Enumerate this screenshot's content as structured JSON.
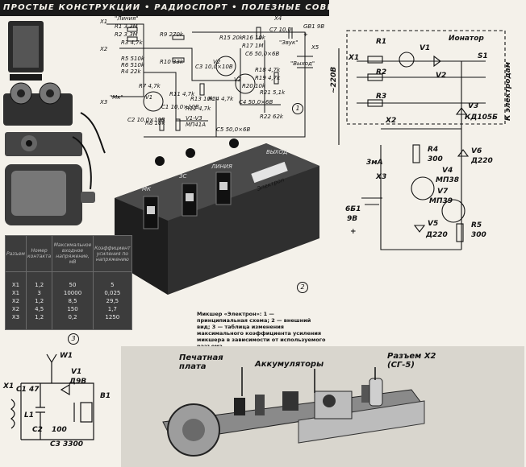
{
  "banner": "ПРОСТЫЕ КОНСТРУКЦИИ • РАДИОСПОРТ • ПОЛЕЗНЫЕ СОВЕТЫ",
  "mixer_schematic": {
    "labels": [
      "X1",
      "\"Линия\"",
      "R1 3,3M",
      "R2 3,3M",
      "R3 4,7k",
      "R4 22k",
      "R5 510k",
      "R6 510k",
      "R7 4,7k",
      "R8 10k",
      "R9 270k",
      "R10 33k",
      "R11 4,7k",
      "R12 4,7k",
      "R13 10k",
      "R14 4,7k",
      "R15 20k",
      "R16 10k",
      "R17 1M",
      "R18 4,7k",
      "R19 4,7k",
      "R20 10k",
      "R21 5,1k",
      "R22 62k",
      "C1 10,0×10B",
      "C2 10,0×10B",
      "C3 10,0×10B",
      "C4 50,0×6B",
      "C5 50,0×6B",
      "C6 50,0×6B",
      "C7 10,0",
      "X2",
      "X3",
      "X4",
      "X5",
      "\"Мк\"",
      "\"Звук\"",
      "\"Выход\"",
      "V1",
      "V2",
      "V3",
      "V1-V3",
      "МП41А",
      "GB1 9B",
      "+"
    ],
    "badge": "1"
  },
  "mixer_device": {
    "knob_labels": [
      "МК",
      "ЗС",
      "ЛИНИЯ"
    ],
    "output_label": "ВЫХОД",
    "brand": "Электрон",
    "badge": "2"
  },
  "table": {
    "badge": "3",
    "headers": [
      "Разъем",
      "Номер контакта",
      "Максимальное входное напряжение, мВ",
      "Коэффициент усиления по напряжению"
    ],
    "rows": [
      [
        "X1",
        "1,2",
        "50",
        "5"
      ],
      [
        "X1",
        "3",
        "10000",
        "0,025"
      ],
      [
        "X2",
        "1,2",
        "8,5",
        "29,5"
      ],
      [
        "X2",
        "4,5",
        "150",
        "1,7"
      ],
      [
        "X3",
        "1,2",
        "0,2",
        "1250"
      ]
    ]
  },
  "caption": "Микшер «Электрон»: 1 — принципиальная схема; 2 — внешний вид; 3 — таблица изменения максимального коэффициента усиления микшера в зависимости от используемого разъема.",
  "ionizer": {
    "title": "Ионатор",
    "labels": [
      "R1",
      "V1",
      "X1",
      "R2",
      "V2",
      "S1",
      "R3",
      "V3",
      "КД105Б",
      "X2",
      "~220В",
      "К электродам",
      "R4",
      "300",
      "V6",
      "Д220",
      "3мА",
      "V4",
      "МП38",
      "X3",
      "V7",
      "МП39",
      "6Б1",
      "9В",
      "+",
      "V5",
      "Д220",
      "R5",
      "300"
    ]
  },
  "receiver": {
    "labels": [
      "W1",
      "V1",
      "Д9В",
      "X1",
      "C1 47",
      "L1",
      "C2",
      "100",
      "B1",
      "C3 3300"
    ]
  },
  "board": {
    "label_pcb": "Печатная плата",
    "label_batteries": "Аккумуляторы",
    "label_connector": "Разъем X2 (СГ-5)"
  }
}
